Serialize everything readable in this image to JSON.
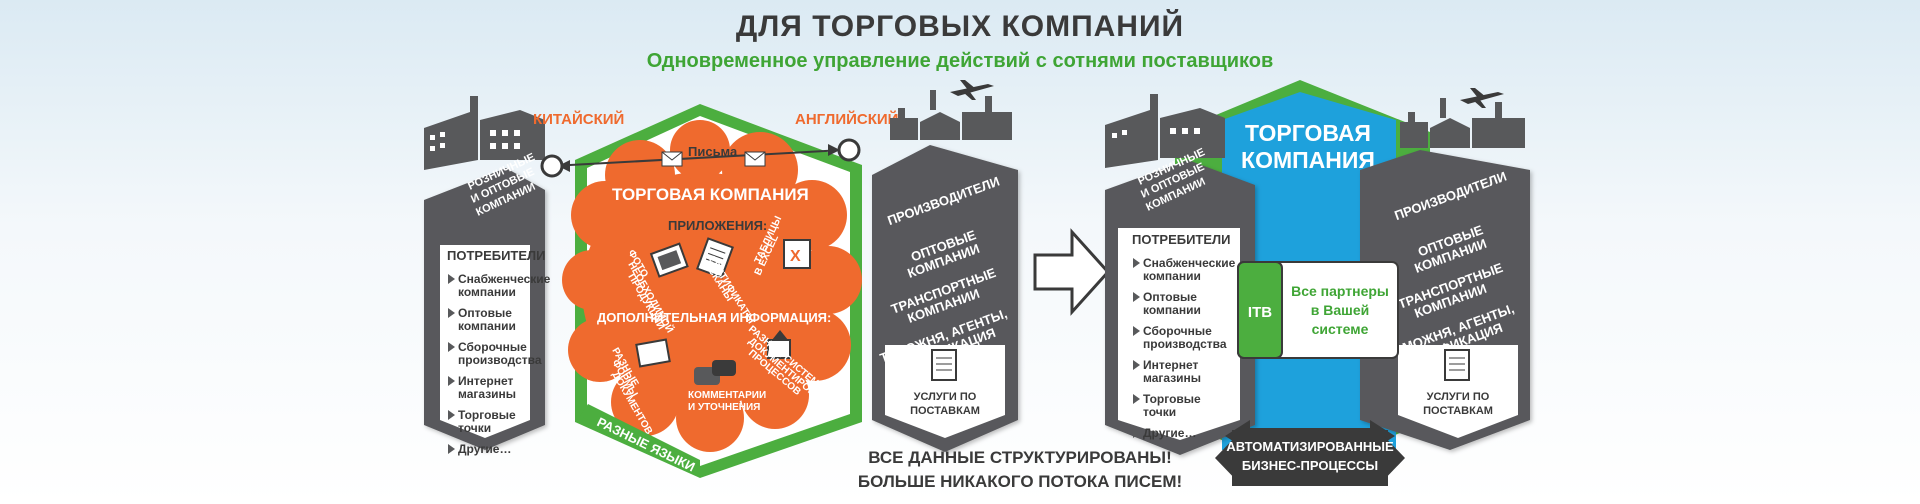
{
  "header": {
    "title": "ДЛЯ ТОРГОВЫХ КОМПАНИЙ",
    "subtitle": "Одновременное управление действий с сотнями поставщиков"
  },
  "before": {
    "lang_left": "КИТАЙСКИЙ",
    "lang_right": "АНГЛИЙСКИЙ",
    "letters": "Письма",
    "retail": [
      "РОЗНИЧНЫЕ",
      "И ОПТОВЫЕ",
      "КОМПАНИИ"
    ],
    "consumers_title": "ПОТРЕБИТЕЛИ",
    "consumers": [
      [
        "Снабженческие",
        "компании"
      ],
      [
        "Оптовые",
        "компании"
      ],
      [
        "Сборочные",
        "производства"
      ],
      [
        "Интернет",
        "магазины"
      ],
      [
        "Торговые",
        "точки"
      ],
      [
        "Другие…"
      ]
    ],
    "center_title": "ТОРГОВАЯ КОМПАНИЯ",
    "apps_title": "ПРИЛОЖЕНИЯ:",
    "apps": [
      [
        "ФОТО",
        "НЕОБХОДИМОЙ",
        "ПРОДУКЦИИ"
      ],
      [
        "СЕРТИФИКАТЫ",
        "СКАНЫ"
      ],
      [
        "ТАБЛИЦЫ",
        "В EXCEL"
      ]
    ],
    "extra_title": "ДОПОЛНИТЕЛЬНАЯ ИНФОРМАЦИЯ:",
    "extra": [
      [
        "РАЗНЫЕ",
        "ФОРМЫ",
        "ДОКУМЕНТОВ"
      ],
      [
        "КОММЕНТАРИИ",
        "И УТОЧНЕНИЯ"
      ],
      [
        "РАЗНЫЕ СИСТЕМЫ",
        "ДОКУМЕНТИРОВАНИЯ",
        "ПРОЦЕССОВ"
      ]
    ],
    "languages_band": "РАЗНЫЕ ЯЗЫКИ",
    "suppliers": [
      [
        "ПРОИЗВОДИТЕЛИ"
      ],
      [
        "ОПТОВЫЕ",
        "КОМПАНИИ"
      ],
      [
        "ТРАНСПОРТНЫЕ",
        "КОМПАНИИ"
      ],
      [
        "ТАМОЖНЯ, АГЕНТЫ,",
        "СЕРТИФИКАЦИЯ"
      ]
    ],
    "services": [
      "УСЛУГИ ПО",
      "ПОСТАВКАМ"
    ]
  },
  "after": {
    "center_title": [
      "ТОРГОВАЯ",
      "КОМПАНИЯ"
    ],
    "itb": "ITB",
    "partners": [
      "Все партнеры",
      "в Вашей",
      "системе"
    ],
    "arrow_label": [
      "АВТОМАТИЗИРОВАННЫЕ",
      "БИЗНЕС-ПРОЦЕССЫ"
    ],
    "retail": [
      "РОЗНИЧНЫЕ",
      "И ОПТОВЫЕ",
      "КОМПАНИИ"
    ],
    "consumers_title": "ПОТРЕБИТЕЛИ",
    "consumers": [
      [
        "Снабженческие",
        "компании"
      ],
      [
        "Оптовые",
        "компании"
      ],
      [
        "Сборочные",
        "производства"
      ],
      [
        "Интернет",
        "магазины"
      ],
      [
        "Торговые",
        "точки"
      ],
      [
        "Другие…"
      ]
    ],
    "suppliers": [
      [
        "ПРОИЗВОДИТЕЛИ"
      ],
      [
        "ОПТОВЫЕ",
        "КОМПАНИИ"
      ],
      [
        "ТРАНСПОРТНЫЕ",
        "КОМПАНИИ"
      ],
      [
        "ТАМОЖНЯ, АГЕНТЫ,",
        "СЕРТИФИКАЦИЯ"
      ]
    ],
    "services": [
      "УСЛУГИ ПО",
      "ПОСТАВКАМ"
    ]
  },
  "footer": {
    "line1": "ВСЕ ДАННЫЕ СТРУКТУРИРОВАНЫ!",
    "line2": "БОЛЬШЕ НИКАКОГО ПОТОКА ПИСЕМ!"
  },
  "colors": {
    "gray": "#58595b",
    "green": "#4cae3f",
    "orange": "#ef6a2e",
    "blue": "#1ea1dc",
    "title_green": "#3fa535"
  }
}
